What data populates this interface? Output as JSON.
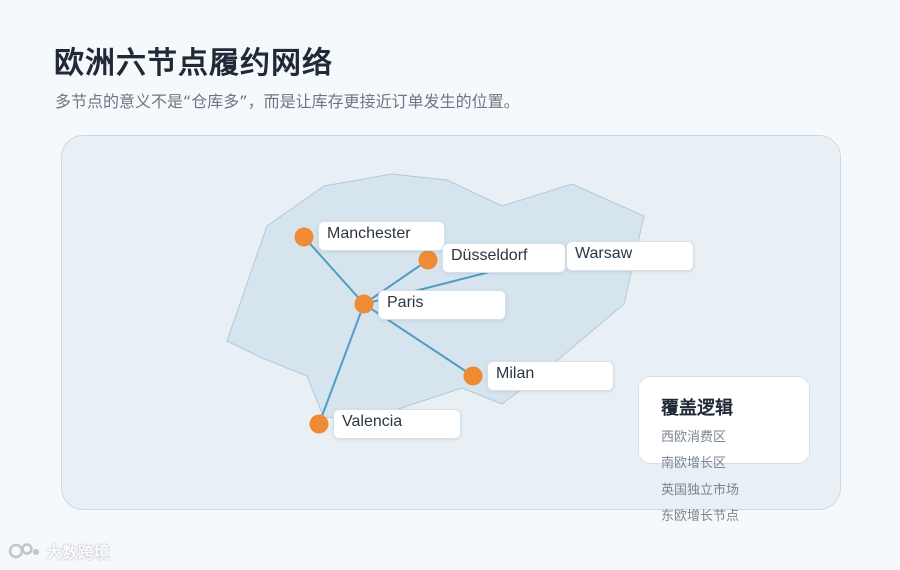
{
  "header": {
    "title": "欧洲六节点履约网络",
    "subtitle": "多节点的意义不是“仓库多”，而是让库存更接近订单发生的位置。"
  },
  "map": {
    "region_fill": "#d6e4ee",
    "region_stroke": "#b3c8d8",
    "link_color": "#4f9cc4",
    "node_color": "#ef8b35",
    "hub": "Paris",
    "nodes": [
      {
        "id": "manchester",
        "label": "Manchester"
      },
      {
        "id": "dusseldorf",
        "label": "Düsseldorf"
      },
      {
        "id": "warsaw",
        "label": "Warsaw"
      },
      {
        "id": "paris",
        "label": "Paris"
      },
      {
        "id": "milan",
        "label": "Milan"
      },
      {
        "id": "valencia",
        "label": "Valencia"
      }
    ],
    "links": [
      {
        "from": "paris",
        "to": "manchester"
      },
      {
        "from": "paris",
        "to": "dusseldorf"
      },
      {
        "from": "paris",
        "to": "warsaw"
      },
      {
        "from": "paris",
        "to": "milan"
      },
      {
        "from": "paris",
        "to": "valencia"
      }
    ]
  },
  "legend": {
    "title": "覆盖逻辑",
    "items": [
      "西欧消费区",
      "南欧增长区",
      "英国独立市场",
      "东欧增长节点"
    ]
  },
  "watermark": {
    "text": "大数跨境",
    "icon": "brand-logo-icon"
  }
}
